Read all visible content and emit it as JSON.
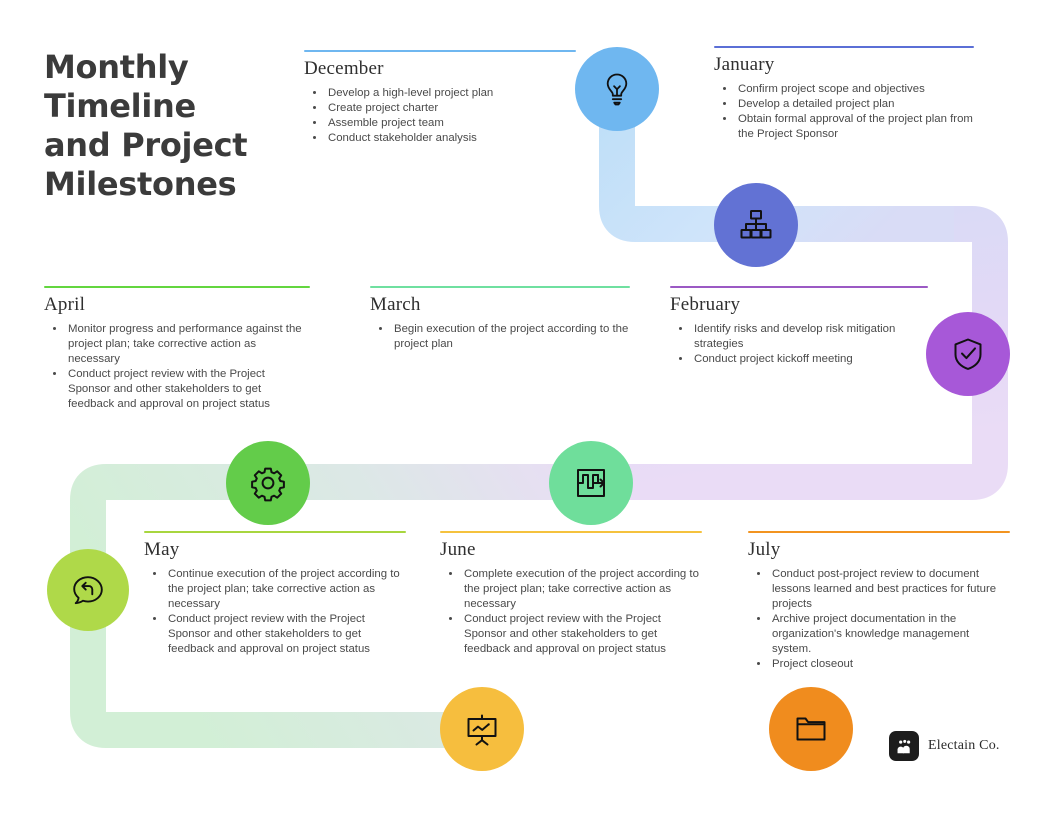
{
  "title": "Monthly\nTimeline\nand Project\nMilestones",
  "brand": {
    "name": "Electain Co.",
    "logo_icon": "people-group-icon"
  },
  "palette": {
    "december_rule": "#6FB7F0",
    "january_rule": "#5B6FD6",
    "february_rule": "#9B59C4",
    "march_rule": "#6FE0A0",
    "april_rule": "#63D63F",
    "may_rule": "#A8D63F",
    "june_rule": "#F5C23E",
    "july_rule": "#F29420",
    "circle_december": "#6FB7F0",
    "circle_january": "#6272D4",
    "circle_february": "#A758D8",
    "circle_march": "#6FDE9B",
    "circle_april": "#63CC4A",
    "circle_may": "#AFD949",
    "circle_june": "#F6BE3E",
    "circle_july": "#F08C1E",
    "heading_text": "#2f2f2f",
    "body_text": "#4a4a4a",
    "title_text": "#3b3b3b"
  },
  "months": [
    {
      "id": "december",
      "name": "December",
      "rule_color": "#6FB7F0",
      "items": [
        "Develop a high-level project plan",
        "Create project charter",
        "Assemble project team",
        "Conduct stakeholder analysis"
      ]
    },
    {
      "id": "january",
      "name": "January",
      "rule_color": "#5B6FD6",
      "items": [
        "Confirm project scope and objectives",
        "Develop a detailed project plan",
        "Obtain formal approval of the project plan from the Project Sponsor"
      ]
    },
    {
      "id": "february",
      "name": "February",
      "rule_color": "#9B59C4",
      "items": [
        "Identify risks and develop risk mitigation strategies",
        "Conduct project kickoff meeting"
      ]
    },
    {
      "id": "march",
      "name": "March",
      "rule_color": "#6FE0A0",
      "items": [
        "Begin execution of the project according to the project plan"
      ]
    },
    {
      "id": "april",
      "name": "April",
      "rule_color": "#63D63F",
      "items": [
        "Monitor progress and performance against the project plan; take corrective action as necessary",
        "Conduct project review with the Project Sponsor and other stakeholders to get feedback and approval on project status"
      ]
    },
    {
      "id": "may",
      "name": "May",
      "rule_color": "#A8D63F",
      "items": [
        "Continue execution of the project according to the project plan; take corrective action as necessary",
        "Conduct project review with the Project Sponsor and other stakeholders to get feedback and approval on project status"
      ]
    },
    {
      "id": "june",
      "name": "June",
      "rule_color": "#F5C23E",
      "items": [
        "Complete execution of the project according to the project plan; take corrective action as necessary",
        "Conduct project review with the Project Sponsor and other stakeholders to get feedback and approval on project status"
      ]
    },
    {
      "id": "july",
      "name": "July",
      "rule_color": "#F29420",
      "items": [
        "Conduct post-project review to document lessons learned and best practices for future projects",
        "Archive project documentation in the organization's knowledge management system.",
        "Project closeout"
      ]
    }
  ],
  "icons": [
    {
      "id": "lightbulb",
      "name": "lightbulb-icon",
      "color": "#6FB7F0"
    },
    {
      "id": "orgchart",
      "name": "org-chart-icon",
      "color": "#6272D4"
    },
    {
      "id": "shield",
      "name": "shield-check-icon",
      "color": "#A758D8"
    },
    {
      "id": "maze",
      "name": "maze-path-arrow-icon",
      "color": "#6FDE9B"
    },
    {
      "id": "gear",
      "name": "gear-icon",
      "color": "#63CC4A"
    },
    {
      "id": "reply",
      "name": "speech-bubble-reply-icon",
      "color": "#AFD949"
    },
    {
      "id": "presentation",
      "name": "presentation-chart-icon",
      "color": "#F6BE3E"
    },
    {
      "id": "folder",
      "name": "folder-icon",
      "color": "#F08C1E"
    }
  ]
}
